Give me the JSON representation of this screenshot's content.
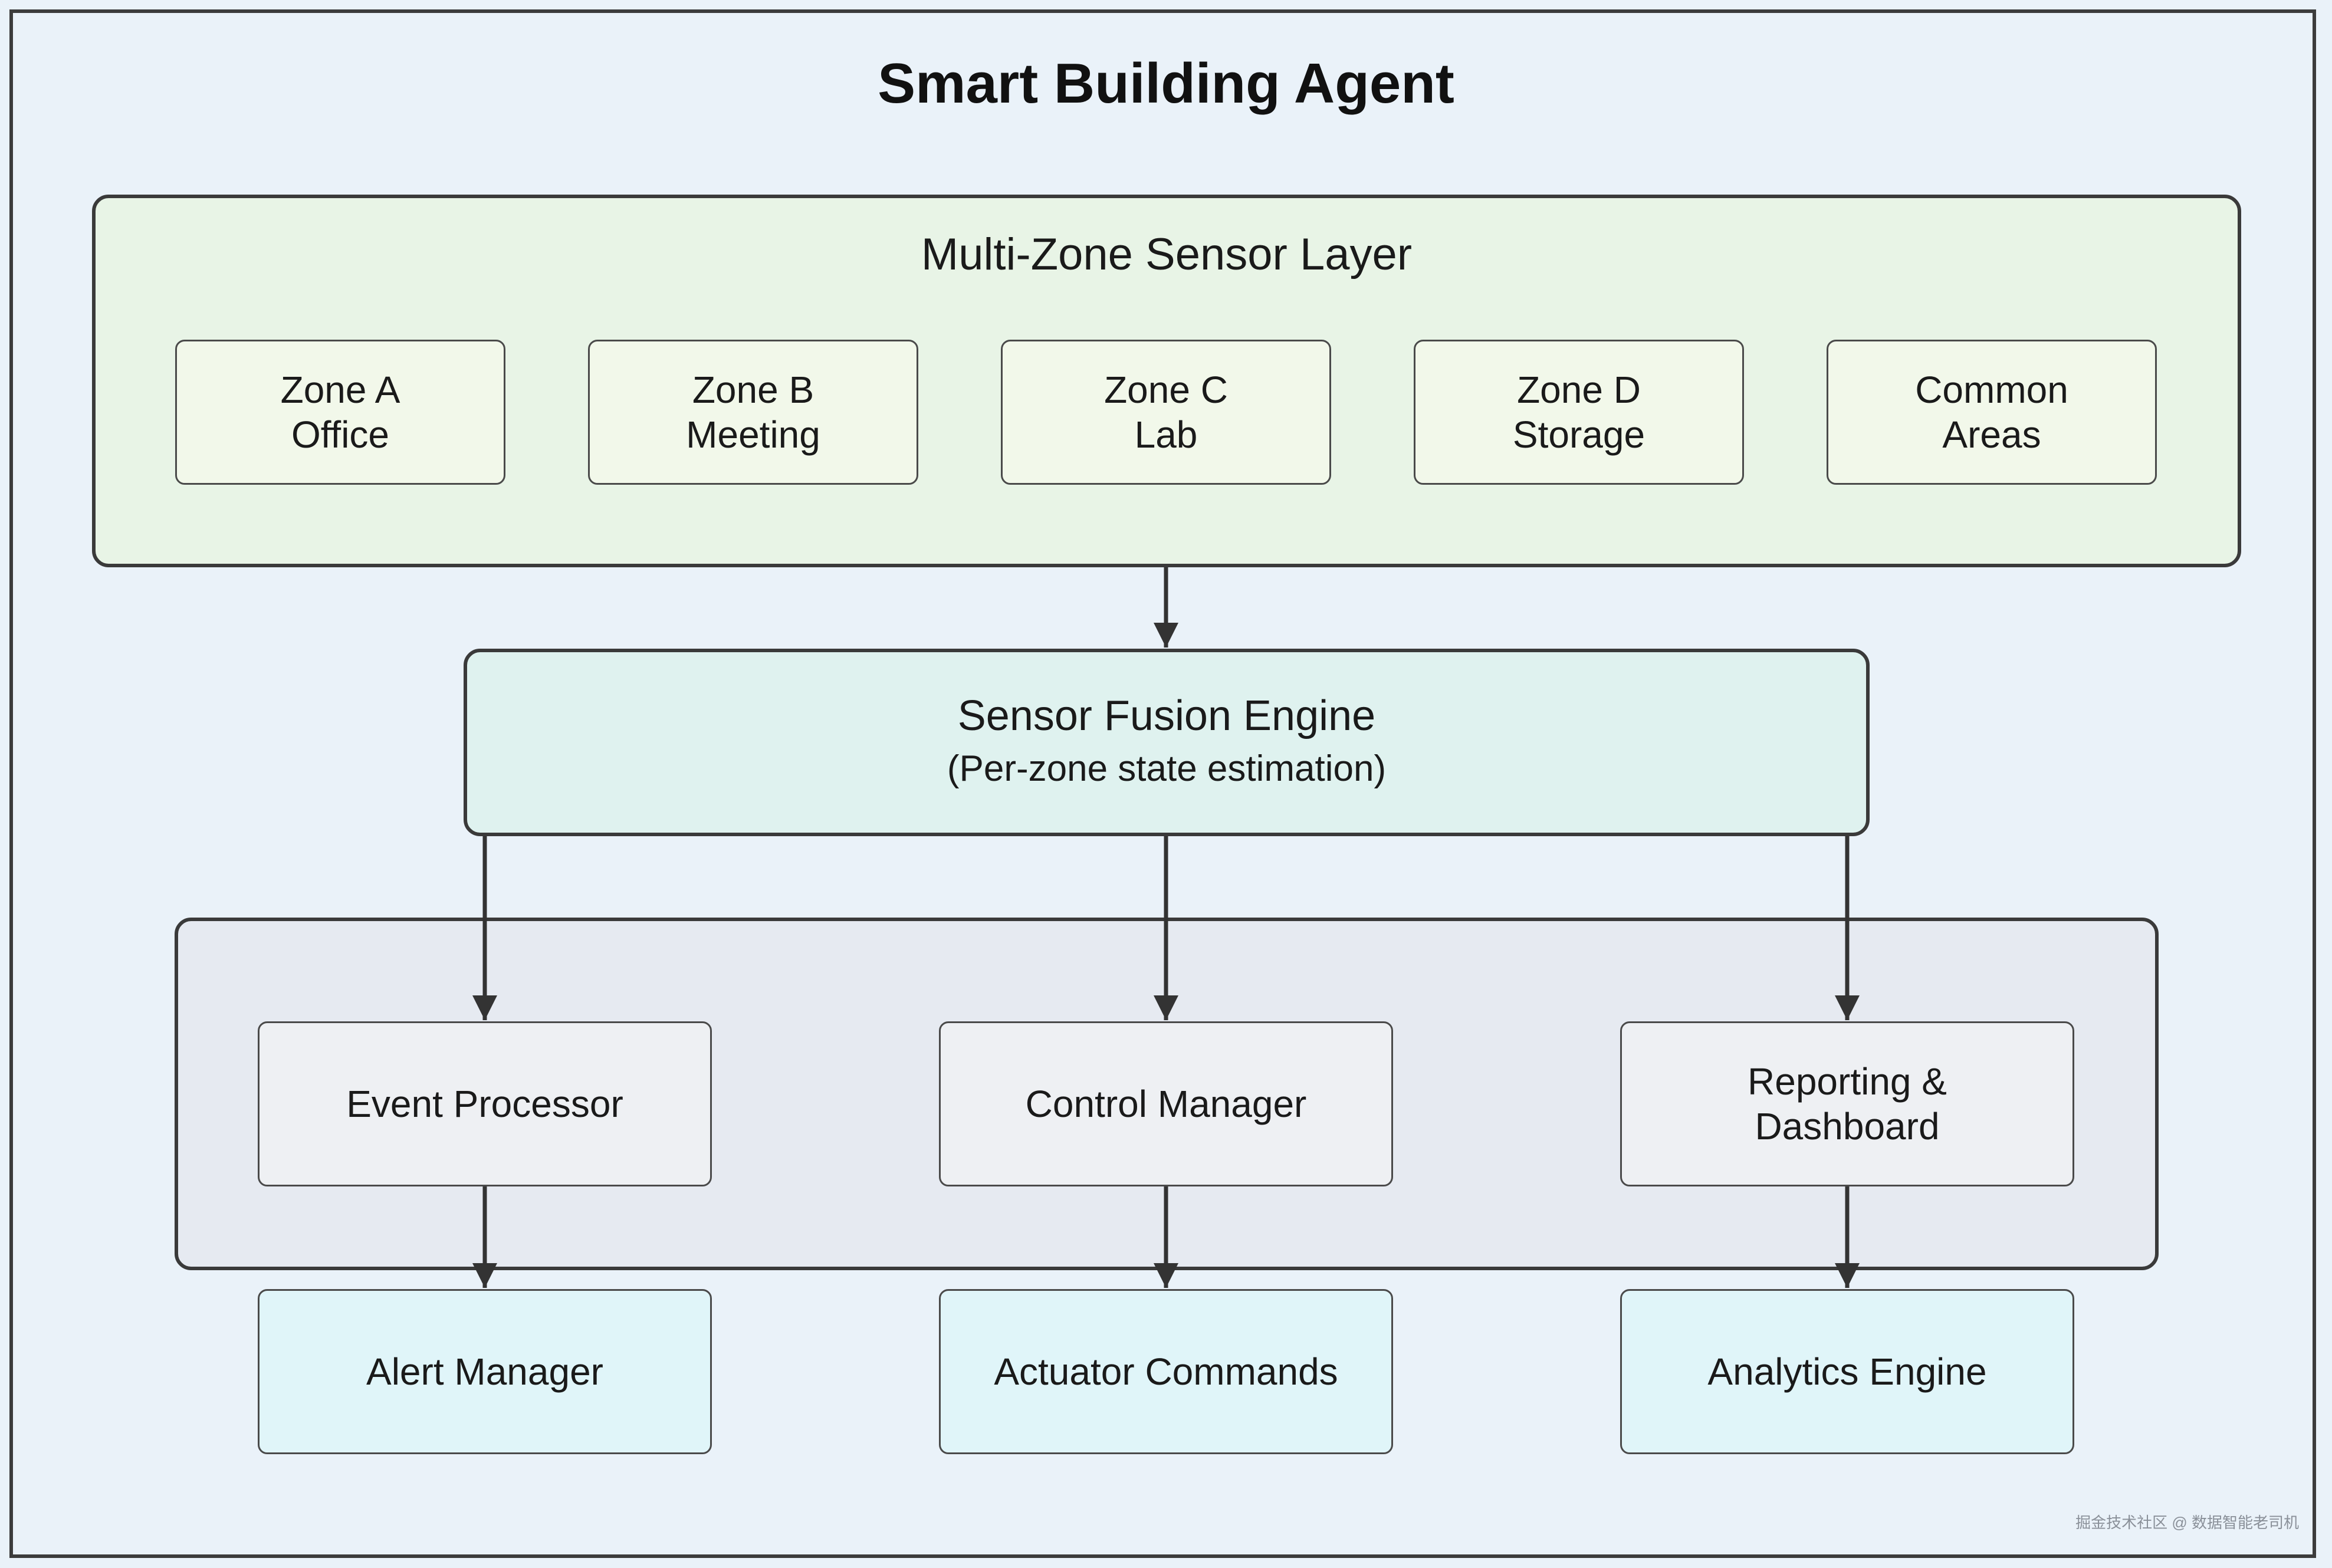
{
  "title": "Smart Building Agent",
  "sensor_layer": {
    "label": "Multi-Zone Sensor Layer",
    "zones": [
      {
        "line1": "Zone A",
        "line2": "Office"
      },
      {
        "line1": "Zone B",
        "line2": "Meeting"
      },
      {
        "line1": "Zone C",
        "line2": "Lab"
      },
      {
        "line1": "Zone D",
        "line2": "Storage"
      },
      {
        "line1": "Common",
        "line2": "Areas"
      }
    ]
  },
  "fusion": {
    "line1": "Sensor Fusion Engine",
    "line2": "(Per-zone state estimation)"
  },
  "processors": [
    {
      "line1": "Event Processor",
      "line2": ""
    },
    {
      "line1": "Control Manager",
      "line2": ""
    },
    {
      "line1": "Reporting &",
      "line2": "Dashboard"
    }
  ],
  "outputs": [
    {
      "label": "Alert Manager"
    },
    {
      "label": "Actuator Commands"
    },
    {
      "label": "Analytics Engine"
    }
  ],
  "edges": [
    {
      "from": "sensor-layer",
      "to": "sensor-fusion-engine"
    },
    {
      "from": "sensor-fusion-engine",
      "to": "event-processor"
    },
    {
      "from": "sensor-fusion-engine",
      "to": "control-manager"
    },
    {
      "from": "sensor-fusion-engine",
      "to": "reporting-dashboard"
    },
    {
      "from": "event-processor",
      "to": "alert-manager"
    },
    {
      "from": "control-manager",
      "to": "actuator-commands"
    },
    {
      "from": "reporting-dashboard",
      "to": "analytics-engine"
    }
  ],
  "colors": {
    "background": "#eaf2f9",
    "sensor_layer_fill": "#e8f4e6",
    "zone_fill": "#f2f8ea",
    "fusion_fill": "#dff2ef",
    "processing_group_fill": "#e6eaf1",
    "processor_fill": "#eef0f3",
    "output_fill": "#e0f5f9",
    "stroke": "#3a3a3a"
  },
  "watermark": "掘金技术社区 @ 数据智能老司机"
}
